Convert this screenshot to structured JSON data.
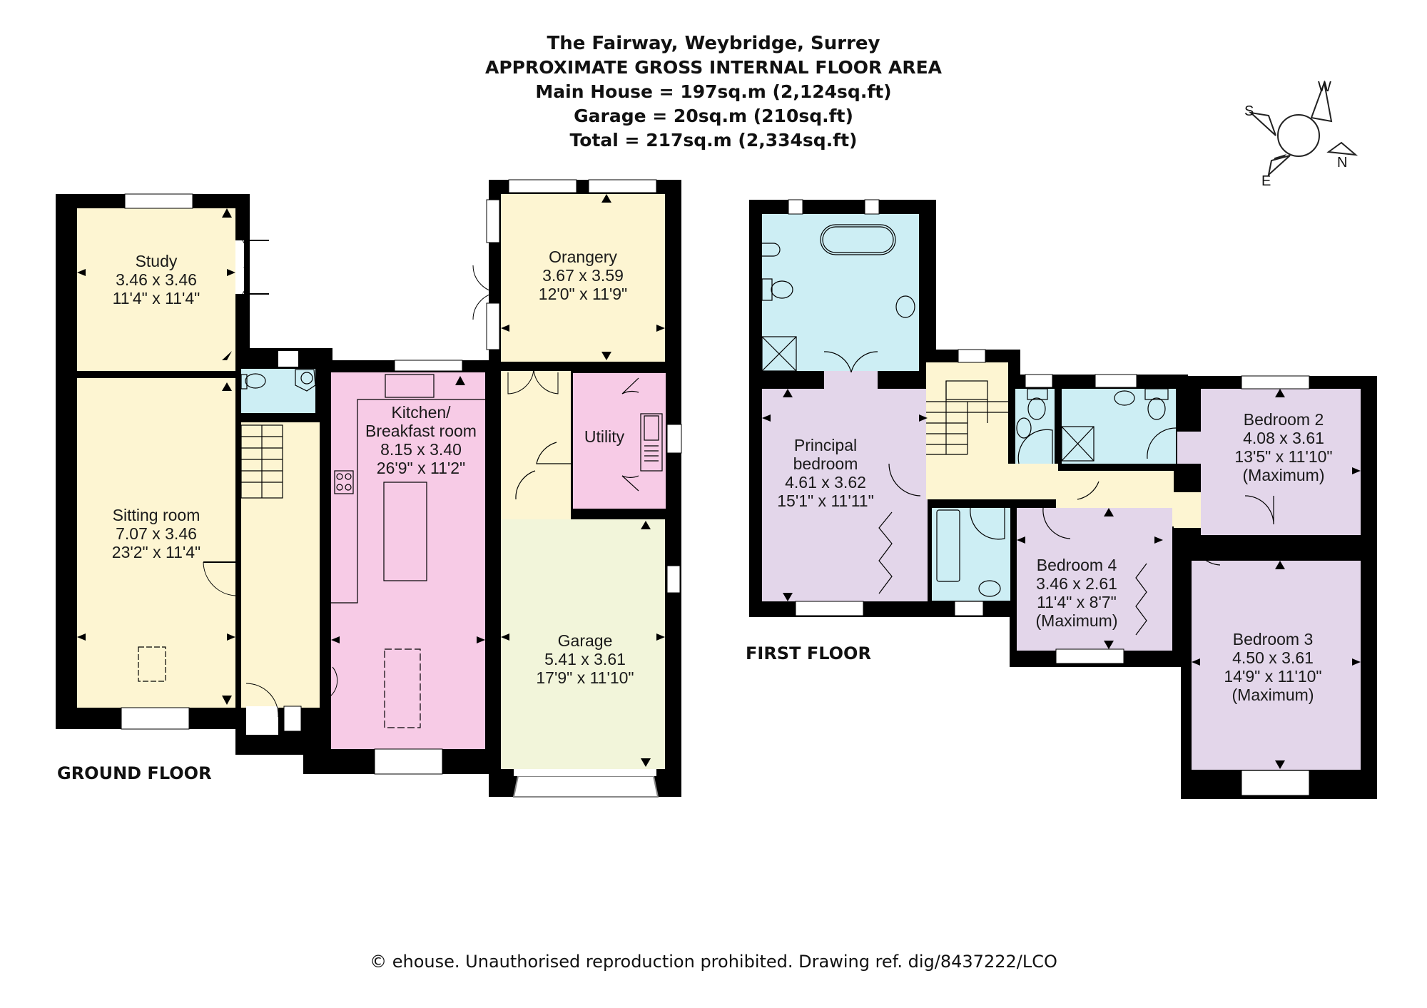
{
  "header": {
    "title": "The Fairway, Weybridge, Surrey",
    "subtitle": "APPROXIMATE GROSS INTERNAL FLOOR AREA",
    "main_house": "Main House = 197sq.m (2,124sq.ft)",
    "garage": "Garage = 20sq.m (210sq.ft)",
    "total": "Total = 217sq.m (2,334sq.ft)"
  },
  "compass": {
    "icon": "compass-rose-icon",
    "labels": {
      "w": "W",
      "s": "S",
      "n": "N",
      "e": "E"
    }
  },
  "colors": {
    "wall": "#000000",
    "living": "#fdf5d2",
    "kitchen_utility": "#f7cbe6",
    "garage": "#f2f5da",
    "bathroom": "#cdeef4",
    "bedroom": "#e3d6ea",
    "hall": "#fdf5d2"
  },
  "ground_floor": {
    "label": "GROUND FLOOR",
    "rooms": {
      "study": {
        "name": "Study",
        "metric": "3.46 x 3.46",
        "imperial": "11'4\" x 11'4\""
      },
      "sitting": {
        "name": "Sitting room",
        "metric": "7.07 x 3.46",
        "imperial": "23'2\" x 11'4\""
      },
      "kitchen": {
        "name_1": "Kitchen/",
        "name_2": "Breakfast room",
        "metric": "8.15 x 3.40",
        "imperial": "26'9\" x 11'2\""
      },
      "orangery": {
        "name": "Orangery",
        "metric": "3.67 x 3.59",
        "imperial": "12'0\" x 11'9\""
      },
      "utility": {
        "name": "Utility"
      },
      "garage": {
        "name": "Garage",
        "metric": "5.41 x 3.61",
        "imperial": "17'9\" x 11'10\""
      }
    }
  },
  "first_floor": {
    "label": "FIRST FLOOR",
    "rooms": {
      "principal": {
        "name_1": "Principal",
        "name_2": "bedroom",
        "metric": "4.61 x 3.62",
        "imperial": "15'1\" x 11'11\""
      },
      "bedroom2": {
        "name": "Bedroom 2",
        "metric": "4.08 x 3.61",
        "imperial": "13'5\" x 11'10\"",
        "note": "(Maximum)"
      },
      "bedroom3": {
        "name": "Bedroom 3",
        "metric": "4.50 x 3.61",
        "imperial": "14'9\" x 11'10\"",
        "note": "(Maximum)"
      },
      "bedroom4": {
        "name": "Bedroom 4",
        "metric": "3.46 x 2.61",
        "imperial": "11'4\" x 8'7\"",
        "note": "(Maximum)"
      }
    }
  },
  "footer": {
    "text": "© ehouse. Unauthorised reproduction prohibited. Drawing ref. dig/8437222/LCO"
  }
}
